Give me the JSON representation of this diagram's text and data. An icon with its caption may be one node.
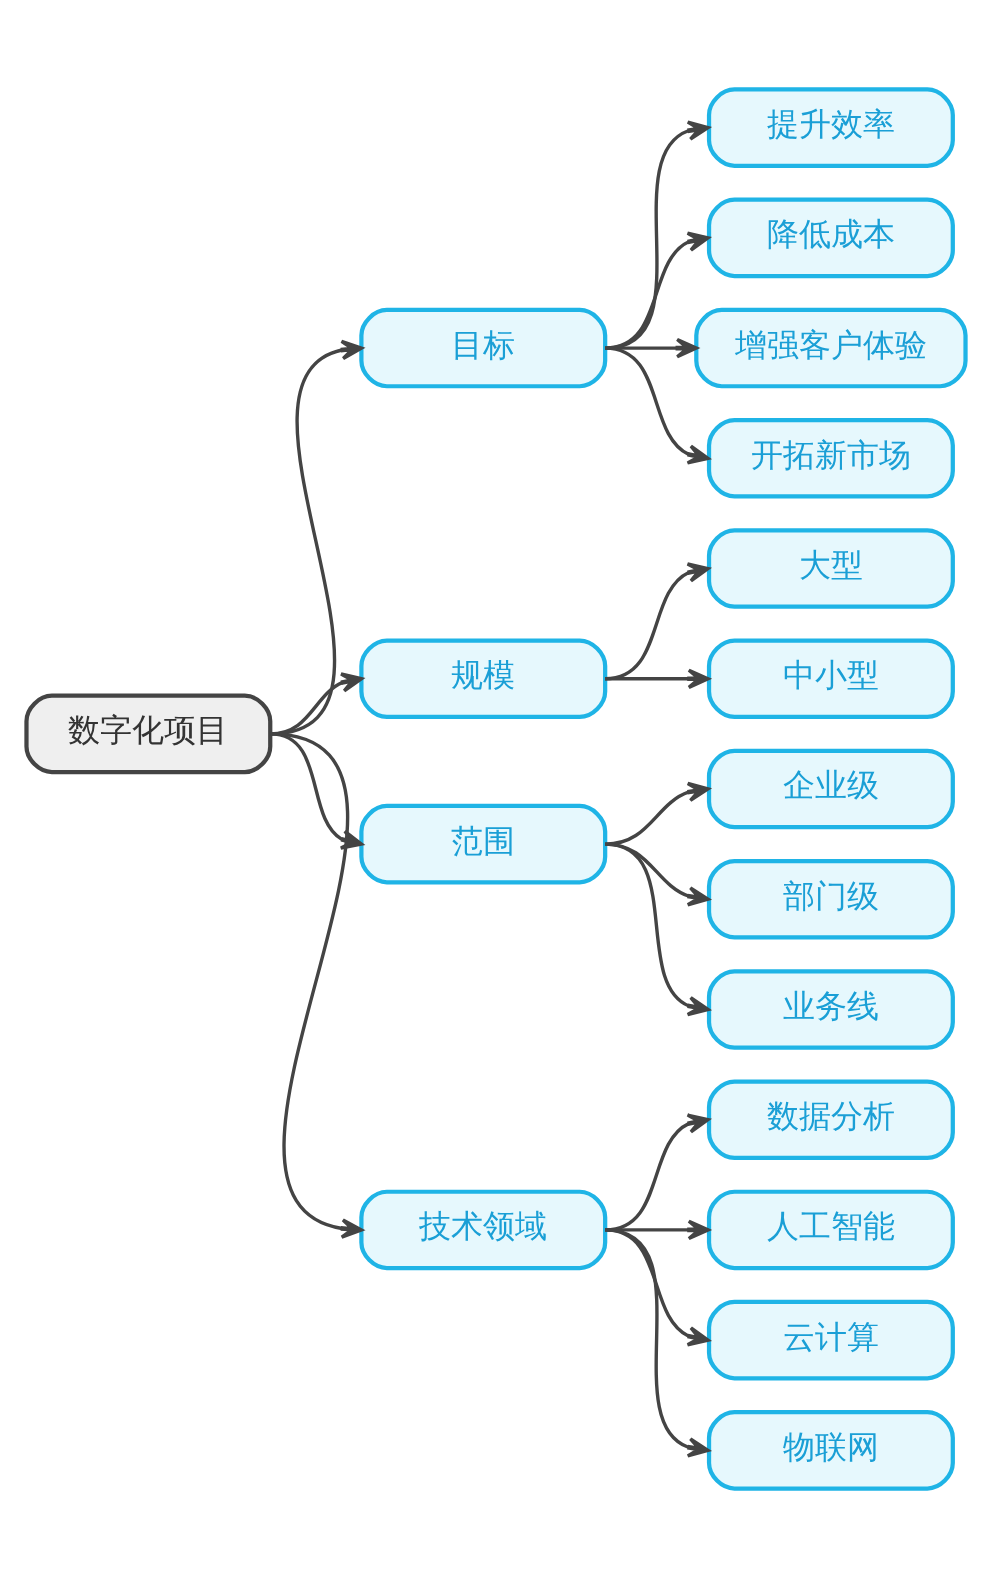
{
  "diagram": {
    "nodes": [
      {
        "text": [
          "数字化项目"
        ]
      },
      {
        "text": [
          "目标"
        ]
      },
      {
        "text": [
          "提升效率"
        ]
      },
      {
        "text": [
          "降低成本"
        ]
      },
      {
        "text": [
          "增强客户体验"
        ]
      },
      {
        "text": [
          "开拓新市场"
        ]
      },
      {
        "text": [
          "规模"
        ]
      },
      {
        "text": [
          "大型"
        ]
      },
      {
        "text": [
          "中小型"
        ]
      },
      {
        "text": [
          "范围"
        ]
      },
      {
        "text": [
          "企业级"
        ]
      },
      {
        "text": [
          "部门级"
        ]
      },
      {
        "text": [
          "业务线"
        ]
      },
      {
        "text": [
          "技术领域"
        ]
      },
      {
        "text": [
          "数据分析"
        ]
      },
      {
        "text": [
          "人工智能"
        ]
      },
      {
        "text": [
          "云计算"
        ]
      },
      {
        "text": [
          "物联网"
        ]
      }
    ],
    "edges": [
      {
        "from": 0,
        "to": 1,
        "arrow": "to"
      },
      {
        "from": 1,
        "to": 2,
        "arrow": "to"
      },
      {
        "from": 1,
        "to": 3,
        "arrow": "to"
      },
      {
        "from": 1,
        "to": 4,
        "arrow": "to"
      },
      {
        "from": 1,
        "to": 5,
        "arrow": "to"
      },
      {
        "from": 0,
        "to": 6,
        "arrow": "to"
      },
      {
        "from": 6,
        "to": 7,
        "arrow": "to"
      },
      {
        "from": 6,
        "to": 8,
        "arrow": "to"
      },
      {
        "from": 0,
        "to": 9,
        "arrow": "to"
      },
      {
        "from": 9,
        "to": 10,
        "arrow": "to"
      },
      {
        "from": 9,
        "to": 11,
        "arrow": "to"
      },
      {
        "from": 9,
        "to": 12,
        "arrow": "to"
      },
      {
        "from": 0,
        "to": 13,
        "arrow": "to"
      },
      {
        "from": 13,
        "to": 14,
        "arrow": "to"
      },
      {
        "from": 13,
        "to": 15,
        "arrow": "to"
      },
      {
        "from": 13,
        "to": 16,
        "arrow": "to"
      },
      {
        "from": 13,
        "to": 17,
        "arrow": "to"
      }
    ]
  }
}
